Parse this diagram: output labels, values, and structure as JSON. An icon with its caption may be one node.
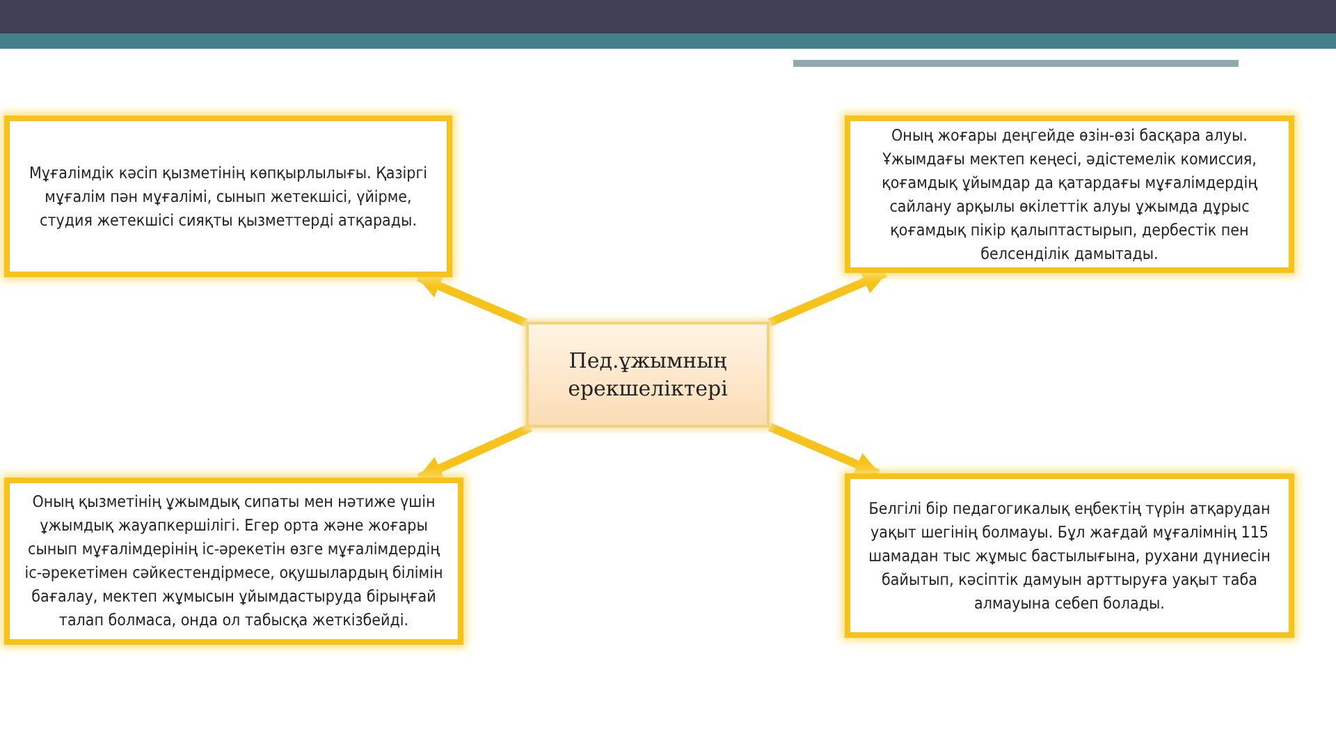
{
  "diagram": {
    "nodes": [
      {
        "text": [
          "Пед.ұжымның ерекшеліктері"
        ]
      },
      {
        "text": [
          "Мұғалімдік кәсіп қызметінің көпқырлылығы. Қазіргі мұғалім пән мұғалімі, сынып жетекшісі, үйірме, студия жетекшісі сияқты қызметтерді атқарады."
        ]
      },
      {
        "text": [
          "Оның жоғары деңгейде өзін-өзі басқара алуы. Ұжымдағы мектеп кеңесі, әдістемелік комиссия, қоғамдық ұйымдар да қатардағы мұғалімдердің сайлану арқылы өкілеттік алуы ұжымда дұрыс қоғамдық пікір қалыптастырып, дербестік пен белсенділік дамытады."
        ]
      },
      {
        "text": [
          "Оның қызметінің ұжымдық сипаты мен нәтиже үшін ұжымдық жауапкершілігі. Егер орта және жоғары сынып мұғалімдерінің іс-әрекетін өзге мұғалімдердің іс-әрекетімен сәйкестендірмесе, оқушылардың білімін бағалау, мектеп жұмысын ұйымдастыруда бірыңғай талап болмаса, онда ол табысқа жеткізбейді."
        ]
      },
      {
        "text": [
          "Белгілі бір педагогикалық еңбектің түрін атқарудан уақыт шегінің болмауы. Бұл жағдай мұғалімнің 115 шамадан тыс жұмыс бастылығына, рухани дүниесін байытып, кәсіптік дамуын арттыруға уақыт таба алмауына себеп болады."
        ]
      }
    ],
    "edges": [
      {
        "from": 0,
        "to": 1,
        "arrow": "to"
      },
      {
        "from": 0,
        "to": 2,
        "arrow": "to"
      },
      {
        "from": 0,
        "to": 3,
        "arrow": "to"
      },
      {
        "from": 0,
        "to": 4,
        "arrow": "to"
      }
    ]
  }
}
